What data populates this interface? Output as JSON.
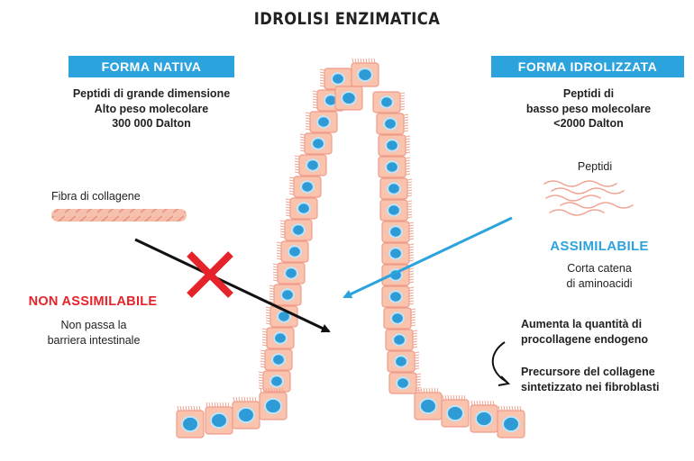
{
  "title": "IDROLISI ENZIMATICA",
  "native": {
    "badge": "FORMA NATIVA",
    "line1": "Peptidi di grande dimensione",
    "line2": "Alto peso molecolare",
    "line3": "300 000 Dalton",
    "fiber_label": "Fibra di collagene",
    "status": "NON ASSIMILABILE",
    "status_line1": "Non passa la",
    "status_line2": "barriera intestinale"
  },
  "hydrolyzed": {
    "badge": "FORMA IDROLIZZATA",
    "line1": "Peptidi di",
    "line2": "basso peso molecolare",
    "line3": "<2000 Dalton",
    "peptides_label": "Peptidi",
    "status": "ASSIMILABILE",
    "status_line1": "Corta catena",
    "status_line2": "di aminoacidi",
    "effect1_line1": "Aumenta la quantità di",
    "effect1_line2": "procollagene endogeno",
    "effect2_line1": "Precursore del collagene",
    "effect2_line2": "sintetizzato nei fibroblasti"
  },
  "colors": {
    "accent_blue": "#2ca3dc",
    "red": "#e5232a",
    "cell_fill": "#f9c3ad",
    "cell_stroke": "#ef9c8a",
    "nucleus": "#2e9bd6"
  }
}
